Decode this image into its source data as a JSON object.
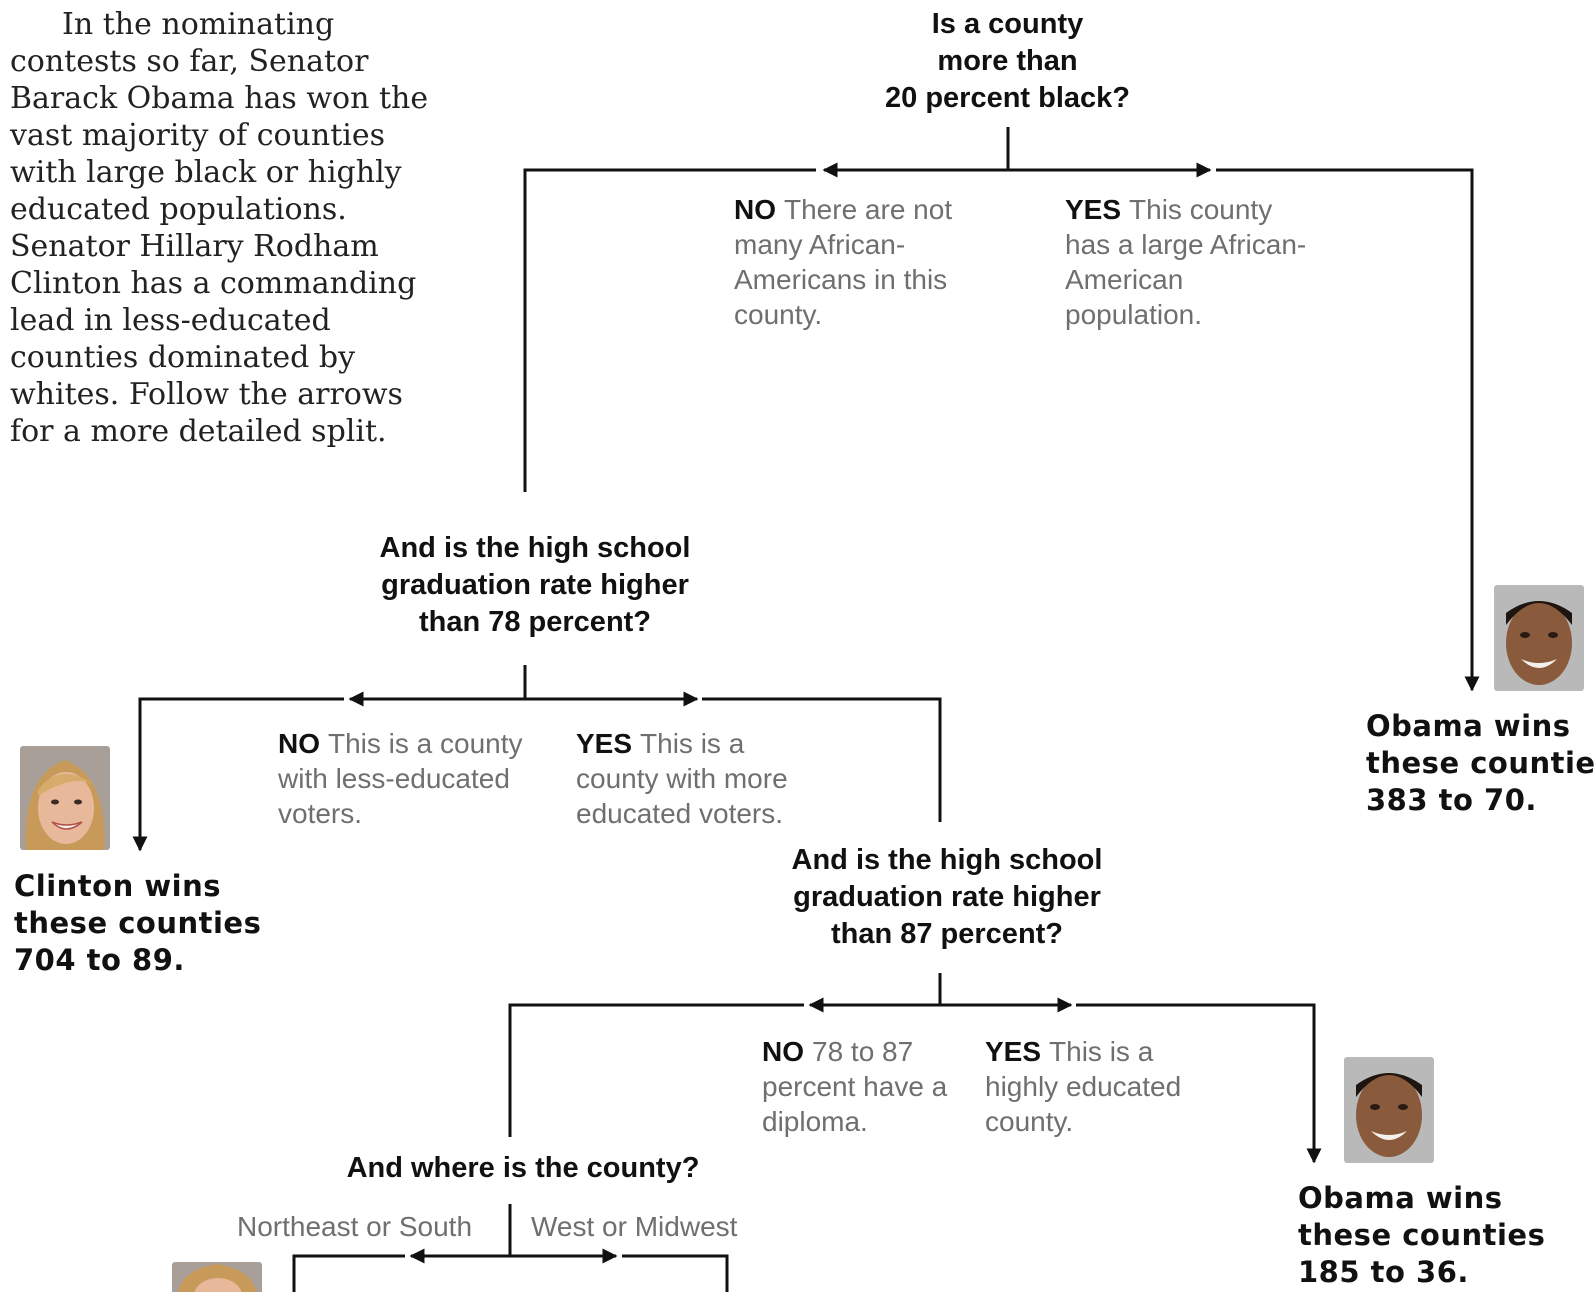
{
  "intro": {
    "text": "In the nominating contests so far, Senator Barack Obama has won the vast majority of counties with large black or highly educated populations. Senator Hillary Rodham Clinton has a commanding lead in less-educated counties dominated by whites. Follow the arrows for a more detailed split."
  },
  "q1": {
    "line1": "Is a county",
    "line2": "more than",
    "line3": "20 percent black?",
    "no_label": "NO",
    "no_text": "There are not many African-Americans in this county.",
    "yes_label": "YES",
    "yes_text": "This county has a large African-American population."
  },
  "q2": {
    "line1": "And is the high school",
    "line2": "graduation rate higher",
    "line3": "than 78 percent?",
    "no_label": "NO",
    "no_text": "This is a county with less-educated voters.",
    "yes_label": "YES",
    "yes_text": "This is a county with more educated voters."
  },
  "q3": {
    "line1": "And is the high school",
    "line2": "graduation rate higher",
    "line3": "than 87 percent?",
    "no_label": "NO",
    "no_text": "78 to 87 percent have a diploma.",
    "yes_label": "YES",
    "yes_text": "This is a highly educated county."
  },
  "q4": {
    "line1": "And where is the county?",
    "left": "Northeast or South",
    "right": "West or Midwest"
  },
  "results": {
    "obama_1": {
      "line1": "Obama wins",
      "line2": "these counties",
      "line3": "383 to 70."
    },
    "clinton_1": {
      "line1": "Clinton wins",
      "line2": "these counties",
      "line3": "704 to 89."
    },
    "obama_2": {
      "line1": "Obama wins",
      "line2": "these counties",
      "line3": "185 to 36."
    }
  },
  "colors": {
    "line": "#111111",
    "answer_text": "#6f6f6f",
    "photo_obama_skin": "#8a5a3c",
    "photo_clinton_hair": "#c89a5a"
  }
}
